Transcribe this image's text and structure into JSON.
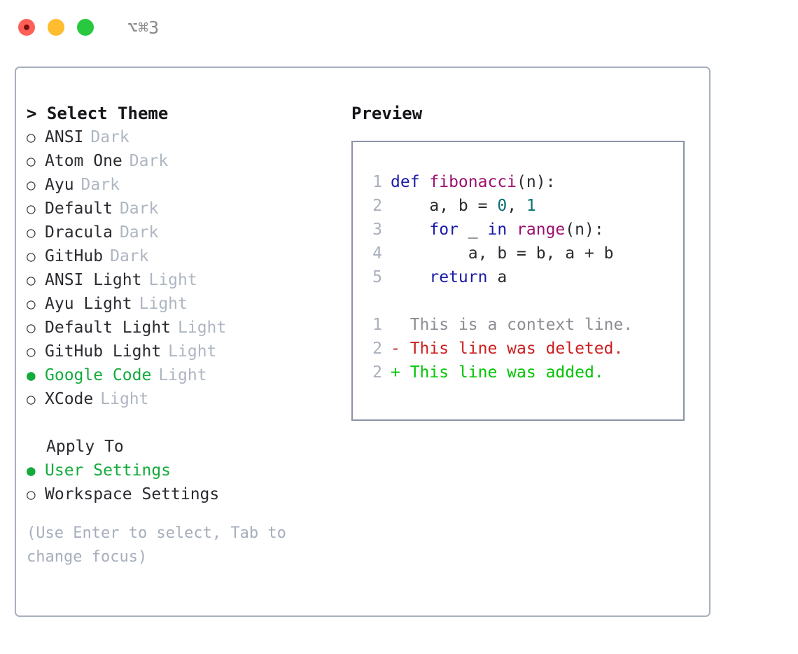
{
  "window": {
    "title": "⌥⌘3",
    "traffic_lights": [
      {
        "name": "close",
        "color": "#ff5f57"
      },
      {
        "name": "minimize",
        "color": "#febc2e"
      },
      {
        "name": "zoom",
        "color": "#28c840"
      }
    ]
  },
  "theme_picker": {
    "heading": "> Select Theme",
    "bullet_unselected": "○",
    "bullet_selected": "●",
    "items": [
      {
        "label": "ANSI",
        "badge": "Dark",
        "selected": false
      },
      {
        "label": "Atom One",
        "badge": "Dark",
        "selected": false
      },
      {
        "label": "Ayu",
        "badge": "Dark",
        "selected": false
      },
      {
        "label": "Default",
        "badge": "Dark",
        "selected": false
      },
      {
        "label": "Dracula",
        "badge": "Dark",
        "selected": false
      },
      {
        "label": "GitHub",
        "badge": "Dark",
        "selected": false
      },
      {
        "label": "ANSI Light",
        "badge": "Light",
        "selected": false
      },
      {
        "label": "Ayu Light",
        "badge": "Light",
        "selected": false
      },
      {
        "label": "Default Light",
        "badge": "Light",
        "selected": false
      },
      {
        "label": "GitHub Light",
        "badge": "Light",
        "selected": false
      },
      {
        "label": "Google Code",
        "badge": "Light",
        "selected": true
      },
      {
        "label": "XCode",
        "badge": "Light",
        "selected": false
      }
    ]
  },
  "apply_to": {
    "heading": "Apply To",
    "items": [
      {
        "label": "User Settings",
        "selected": true
      },
      {
        "label": "Workspace Settings",
        "selected": false
      }
    ]
  },
  "hint": "(Use Enter to select, Tab to change focus)",
  "preview": {
    "title": "Preview",
    "code_lines": [
      {
        "number": "1",
        "tokens": [
          {
            "text": "def ",
            "kind": "kw"
          },
          {
            "text": "fibonacci",
            "kind": "fn"
          },
          {
            "text": "(",
            "kind": "punc"
          },
          {
            "text": "n",
            "kind": "var"
          },
          {
            "text": "):",
            "kind": "punc"
          }
        ]
      },
      {
        "number": "2",
        "tokens": [
          {
            "text": "    a, b = ",
            "kind": "var"
          },
          {
            "text": "0",
            "kind": "num"
          },
          {
            "text": ", ",
            "kind": "punc"
          },
          {
            "text": "1",
            "kind": "num"
          }
        ]
      },
      {
        "number": "3",
        "tokens": [
          {
            "text": "    for",
            "kind": "kw"
          },
          {
            "text": " _ ",
            "kind": "var"
          },
          {
            "text": "in ",
            "kind": "kw"
          },
          {
            "text": "range",
            "kind": "fn"
          },
          {
            "text": "(",
            "kind": "punc"
          },
          {
            "text": "n",
            "kind": "var"
          },
          {
            "text": "):",
            "kind": "punc"
          }
        ]
      },
      {
        "number": "4",
        "tokens": [
          {
            "text": "        a, b = b, a + b",
            "kind": "var"
          }
        ]
      },
      {
        "number": "5",
        "tokens": [
          {
            "text": "    return",
            "kind": "kw"
          },
          {
            "text": " a",
            "kind": "var"
          }
        ]
      }
    ],
    "diff_lines": [
      {
        "number": "1",
        "marker": " ",
        "text": " This is a context line.",
        "kind": "ctx"
      },
      {
        "number": "2",
        "marker": "-",
        "text": " This line was deleted.",
        "kind": "del"
      },
      {
        "number": "2",
        "marker": "+",
        "text": " This line was added.",
        "kind": "add"
      }
    ]
  },
  "colors": {
    "accent_green": "#13ab3b",
    "diff_add": "#00c400",
    "diff_del": "#cc1f1f",
    "diff_ctx": "#8c8c94",
    "keyword": "#1a1aa8",
    "function": "#9c1070",
    "number": "#0a7070",
    "badge": "#aeb6c2",
    "border_outer": "#a8b0bc",
    "border_preview": "#8a94a6"
  }
}
